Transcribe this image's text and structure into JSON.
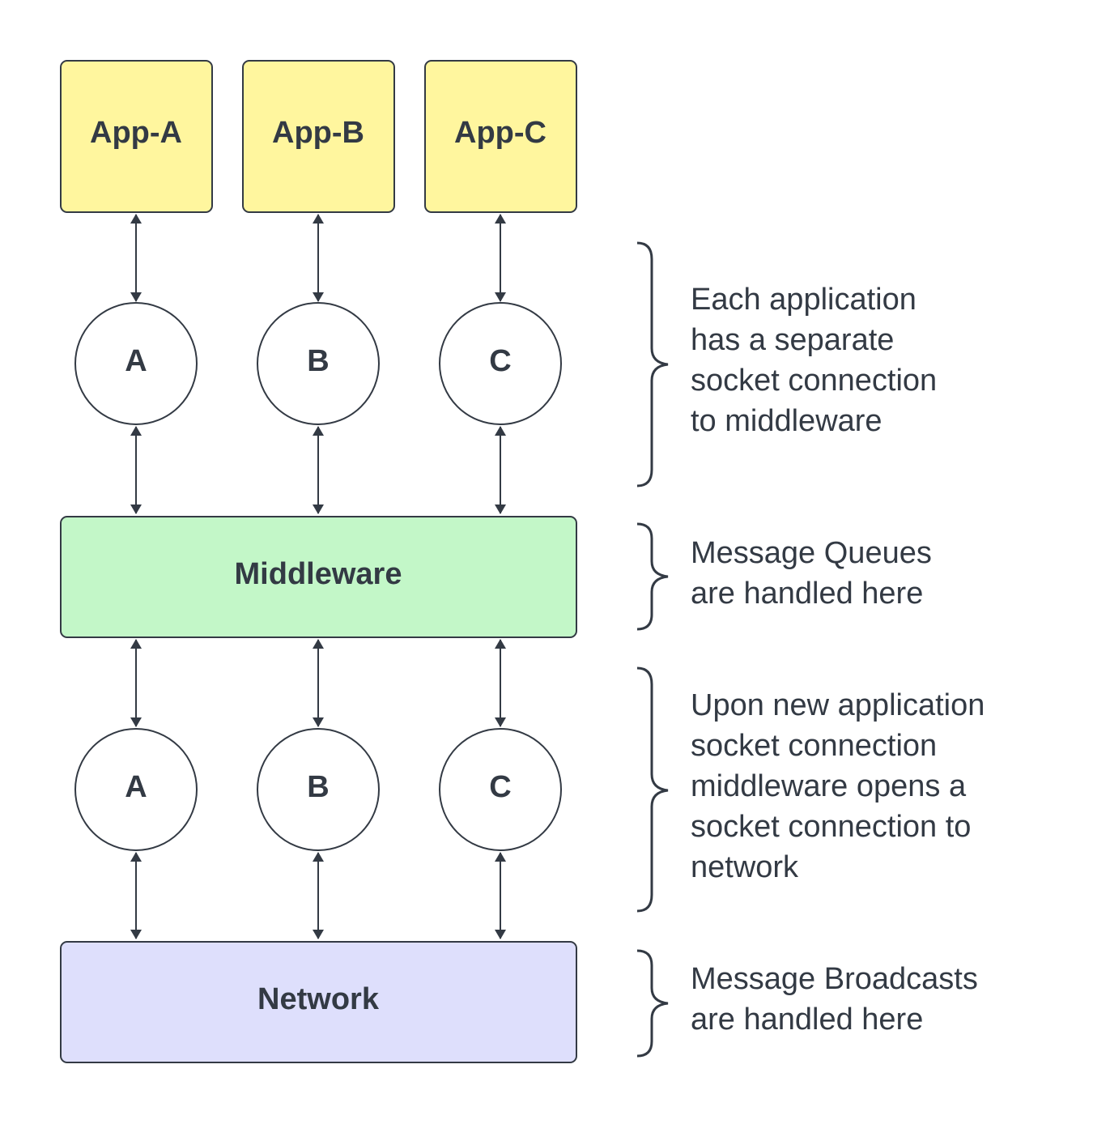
{
  "colors": {
    "stroke": "#333a44",
    "app_fill": "#fff69e",
    "middleware_fill": "#c3f7c8",
    "network_fill": "#dedffc",
    "circle_fill": "#ffffff"
  },
  "apps": [
    {
      "label": "App-A"
    },
    {
      "label": "App-B"
    },
    {
      "label": "App-C"
    }
  ],
  "upper_sockets": [
    {
      "label": "A"
    },
    {
      "label": "B"
    },
    {
      "label": "C"
    }
  ],
  "middleware": {
    "label": "Middleware"
  },
  "lower_sockets": [
    {
      "label": "A"
    },
    {
      "label": "B"
    },
    {
      "label": "C"
    }
  ],
  "network": {
    "label": "Network"
  },
  "annotations": [
    {
      "lines": [
        "Each application",
        "has a separate",
        "socket connection",
        "to middleware"
      ]
    },
    {
      "lines": [
        "Message Queues",
        "are handled here"
      ]
    },
    {
      "lines": [
        "Upon new application",
        "socket connection",
        "middleware opens a",
        "socket connection to",
        "network"
      ]
    },
    {
      "lines": [
        "Message Broadcasts",
        "are handled here"
      ]
    }
  ]
}
